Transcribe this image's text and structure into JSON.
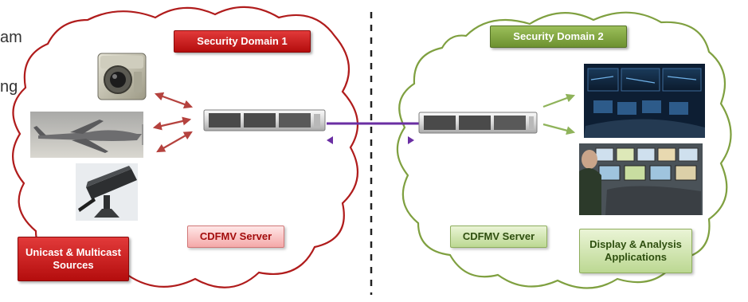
{
  "text_fragments": {
    "line1": "am",
    "line2": "ng"
  },
  "domains": {
    "left": {
      "title": "Security Domain 1",
      "server_label": "CDFMV Server",
      "sources_label": "Unicast & Multicast Sources"
    },
    "right": {
      "title": "Security Domain 2",
      "server_label": "CDFMV Server",
      "apps_label": "Display & Analysis Applications"
    }
  },
  "colors": {
    "red_cloud": "#b01c1c",
    "green_cloud": "#7fa040",
    "red_arrow": "#b5423e",
    "green_arrow": "#8fb35a",
    "link": "#6a2ea3",
    "divider": "#222222"
  },
  "icons": [
    "camera-icon",
    "drone-icon",
    "surveillance-camera-icon",
    "server-icon",
    "control-room-image",
    "operations-center-image"
  ]
}
